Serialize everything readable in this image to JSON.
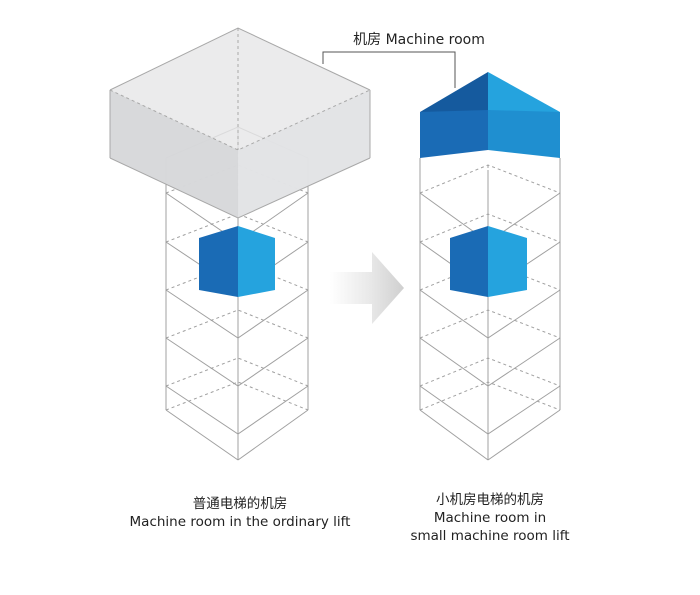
{
  "callout": {
    "label": "机房 Machine room"
  },
  "left_caption": {
    "zh": "普通电梯的机房",
    "en": "Machine room in the ordinary lift"
  },
  "right_caption": {
    "zh": "小机房电梯的机房",
    "en_line1": "Machine room in",
    "en_line2": "small machine room lift"
  },
  "colors": {
    "room_front": "#1a6bb5",
    "room_side": "#25a3de",
    "room_dark": "#155a9e",
    "gray_box_front": "#d7d8da",
    "gray_box_side": "#e4e5e7",
    "gray_box_top": "#ececed",
    "line": "#9a9a9a"
  }
}
